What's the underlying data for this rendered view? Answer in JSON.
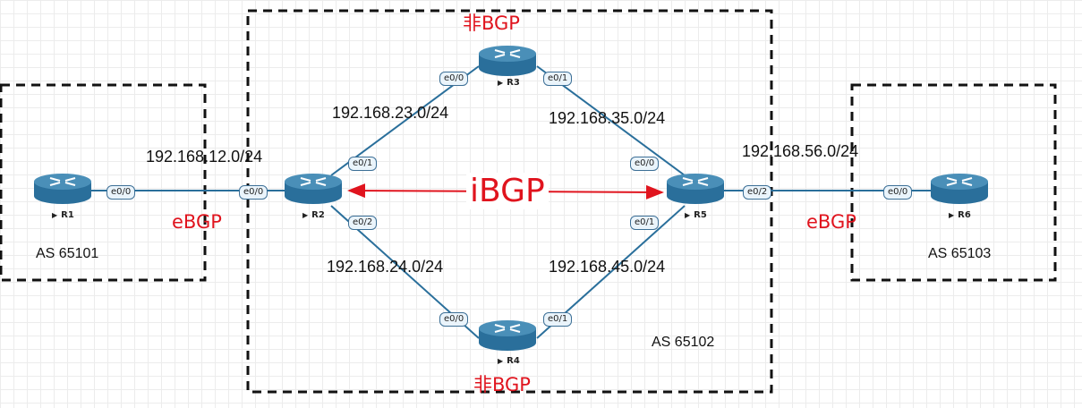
{
  "colors": {
    "link": "#2a6f9b",
    "accent": "#e0141e",
    "router_top": "#4a8fb8",
    "router_body": "#2a6f9b"
  },
  "groups": {
    "as1": {
      "label": "AS 65101"
    },
    "as2": {
      "label": "AS 65102"
    },
    "as3": {
      "label": "AS 65103"
    }
  },
  "routers": {
    "r1": {
      "name": "R1"
    },
    "r2": {
      "name": "R2"
    },
    "r3": {
      "name": "R3"
    },
    "r4": {
      "name": "R4"
    },
    "r5": {
      "name": "R5"
    },
    "r6": {
      "name": "R6"
    }
  },
  "subnets": {
    "r1_r2": "192.168.12.0/24",
    "r2_r3": "192.168.23.0/24",
    "r3_r5": "192.168.35.0/24",
    "r5_r6": "192.168.56.0/24",
    "r2_r4": "192.168.24.0/24",
    "r4_r5": "192.168.45.0/24"
  },
  "ports": {
    "r1_e00": "e0/0",
    "r2_e00": "e0/0",
    "r2_e01": "e0/1",
    "r2_e02": "e0/2",
    "r3_e00": "e0/0",
    "r3_e01": "e0/1",
    "r4_e00": "e0/0",
    "r4_e01": "e0/1",
    "r5_e00": "e0/0",
    "r5_e01": "e0/1",
    "r5_e02": "e0/2",
    "r6_e00": "e0/0"
  },
  "annotations": {
    "ebgp_left": "eBGP",
    "ebgp_right": "eBGP",
    "ibgp": "iBGP",
    "non_bgp_r3": "非BGP",
    "non_bgp_r4": "非BGP"
  }
}
